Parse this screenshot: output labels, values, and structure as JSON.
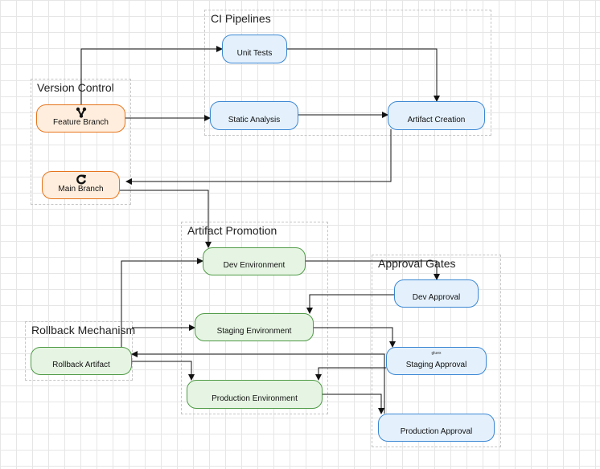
{
  "groups": {
    "ci": "CI Pipelines",
    "vc": "Version Control",
    "ap": "Artifact Promotion",
    "ag": "Approval Gates",
    "rb": "Rollback Mechanism"
  },
  "nodes": {
    "unit_tests": "Unit Tests",
    "static_analysis": "Static Analysis",
    "artifact_creation": "Artifact Creation",
    "feature_branch": "Feature Branch",
    "main_branch": "Main Branch",
    "dev_env": "Dev Environment",
    "staging_env": "Staging Environment",
    "prod_env": "Production Environment",
    "rollback_artifact": "Rollback Artifact",
    "dev_approval": "Dev Approval",
    "staging_approval": "Staging Approval",
    "staging_approval_tag": "gluex",
    "prod_approval": "Production Approval"
  },
  "icons": {
    "feature_branch": "branch-merge-icon",
    "main_branch": "refresh-cycle-icon"
  },
  "colors": {
    "orange_fill": "#ffeedd",
    "orange_stroke": "#e6741c",
    "blue_fill": "#e4f1fd",
    "blue_stroke": "#3b87d3",
    "green_fill": "#e6f5e3",
    "green_stroke": "#4f9a46"
  }
}
